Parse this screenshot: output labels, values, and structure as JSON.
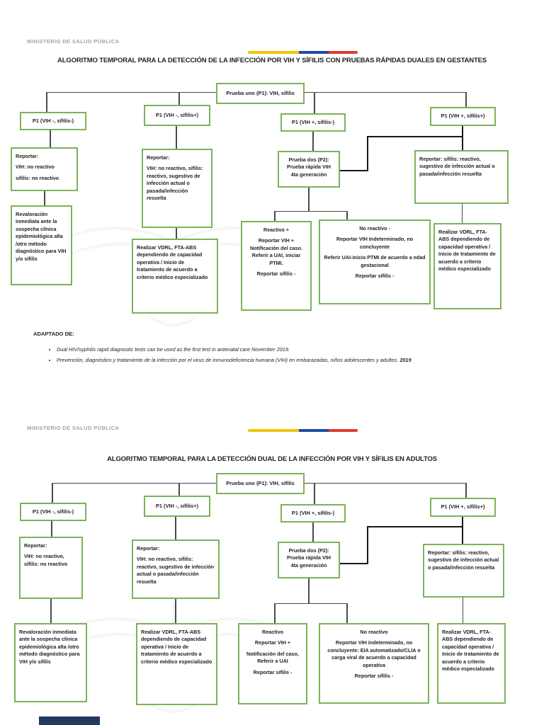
{
  "ministry": "MINISTERIO DE SALUD PÚBLICA",
  "colors": {
    "box_border": "#7CB258",
    "flag_yellow": "#F2C500",
    "flag_blue": "#2149A8",
    "flag_red": "#DE3B30"
  },
  "page1": {
    "title": "ALGORITMO TEMPORAL PARA LA DETECCIÓN  DE LA INFECCIÓN POR VIH Y SÍFILIS  CON PRUEBAS RÁPIDAS DUALES EN GESTANTES",
    "root": "Prueba uno (P1): VIH, sífilis",
    "b1": "P1 (VIH -, sífilis-)",
    "b2": "P1 (VIH -, sífilis+)",
    "b3": "P1 (VIH +, sífilis-)",
    "b4": "P1 (VIH +, sífilis+)",
    "r1": [
      "Reportar:",
      "VIH: no reactivo",
      "sífilis: no reactivo"
    ],
    "r2": [
      "Reportar:",
      "VIH: no reactivo, sífilis: reactivo, sugestivo de infección actual o pasada/infección resuelta"
    ],
    "p2": "Prueba dos (P2): Prueba rápida VIH 4ta generación",
    "r4": "Reportar: sífilis: reactivo, sugestivo de infección actual o pasada/infección resuelta",
    "f1": "Revaloración inmediata ante la sospecha clínica epidemiológica alta /otro método diagnóstico para VIH y/o sífilis",
    "f2": "Realizar VDRL, FTA-ABS dependiendo de capacidad operativa / Inicio de tratamiento de acuerdo a criterio médico especializado",
    "c3a": [
      "Reactivo +",
      "Reportar  VIH + Notificación del caso. Referir a UAI, iniciar PTMI.",
      "Reportar sífilis -"
    ],
    "c3b": [
      "No reactivo -",
      "Reportar VIH Indeterminado, no concluyente",
      "Referir UAI-inicio PTMI de acuerdo a edad gestacional",
      "Reportar sífilis -"
    ],
    "f4": "Realizar VDRL, FTA-ABS dependiendo de capacidad operativa / Inicio de tratamiento de acuerdo a criterio médico especializado",
    "adaptado_label": "ADAPTADO DE:",
    "adaptado_items": [
      {
        "text": "Dual HIV/syphilis rapid diagnostic tests can be used as the first test in antenatal care November 2019.",
        "year": ""
      },
      {
        "text": "Prevención, diagnóstico y tratamiento de la infección por el virus de inmunodeficiencia humana (VIH) en embarazadas, niños adolescentes y adultos. ",
        "year": "2019"
      }
    ]
  },
  "page2": {
    "title": "ALGORITMO TEMPORAL PARA LA DETECCIÓN DUAL DE LA INFECCIÓN POR VIH Y SÍFILIS EN ADULTOS",
    "root": "Prueba uno (P1): VIH, sífilis",
    "b1": "P1 (VIH -, sífilis-)",
    "b2": "P1 (VIH -, sífilis+)",
    "b3": "P1 (VIH +, sífilis-)",
    "b4": "P1 (VIH +, sífilis+)",
    "r1": [
      "Reportar:",
      "VIH: no reactivo, sífilis: no reactivo"
    ],
    "r2": [
      "Reportar:",
      "VIH: no reactivo,  sífilis: reactivo, sugestivo de infección actual o pasada/infección resuelta"
    ],
    "p2": "Prueba dos (P2): Prueba rápida VIH 4ta generación",
    "r4": "Reportar: sífilis: reactivo, sugestivo de infección actual o pasada/infección resuelta",
    "f1": "Revaloración inmediata ante la sospecha clínica epidemiológica alta /otro método diagnóstico para VIH y/o sífilis",
    "f2": "Realizar VDRL, FTA-ABS dependiendo de capacidad operativa / Inicio de tratamiento de acuerdo a criterio médico especializado",
    "c3a": [
      "Reactivo",
      "Reportar VIH +",
      "Notificación del caso, Referir a UAI",
      "Reportar sífilis -"
    ],
    "c3b": [
      "No reactivo",
      "Reportar VIH indeterminado,  no concluyente: EIA automatizado/CLIA o carga viral de acuerdo a capacidad operativa",
      "Reportar sífilis -"
    ],
    "f4": "Realizar VDRL, FTA-ABS dependiendo de capacidad operativa / Inicio de tratamiento de acuerdo a criterio médico especializado"
  }
}
